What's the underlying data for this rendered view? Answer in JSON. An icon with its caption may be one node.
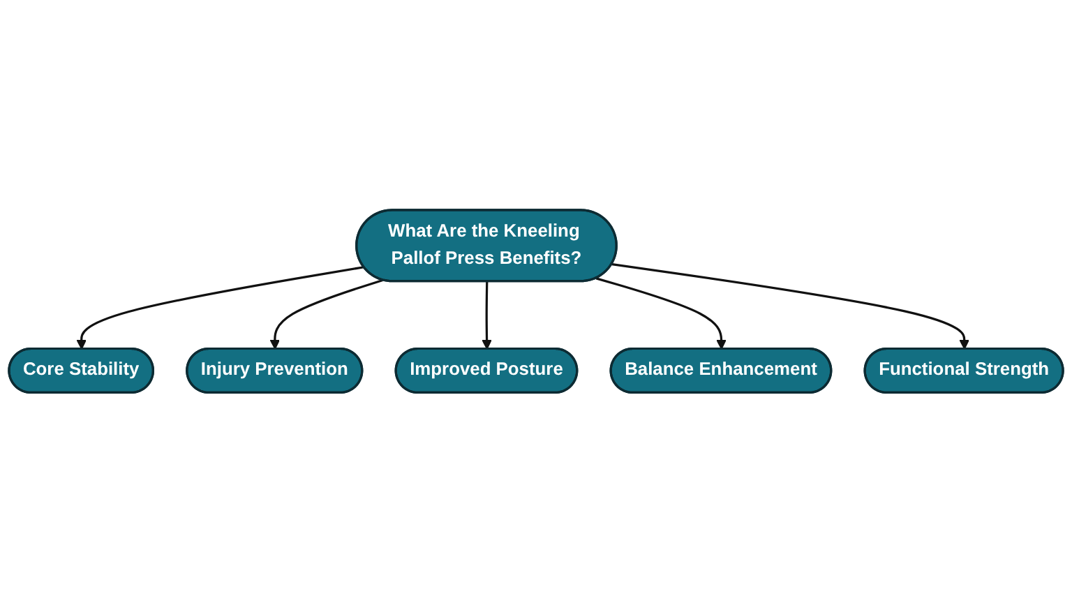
{
  "diagram": {
    "nodes": [
      {
        "text": [
          "What Are the Kneeling Pallof Press Benefits?"
        ]
      },
      {
        "text": [
          "Core Stability"
        ]
      },
      {
        "text": [
          "Injury Prevention"
        ]
      },
      {
        "text": [
          "Improved Posture"
        ]
      },
      {
        "text": [
          "Balance Enhancement"
        ]
      },
      {
        "text": [
          "Functional Strength"
        ]
      }
    ],
    "edges": [
      {
        "from": 0,
        "to": 1,
        "arrow": "to"
      },
      {
        "from": 0,
        "to": 2,
        "arrow": "to"
      },
      {
        "from": 0,
        "to": 3,
        "arrow": "to"
      },
      {
        "from": 0,
        "to": 4,
        "arrow": "to"
      },
      {
        "from": 0,
        "to": 5,
        "arrow": "to"
      }
    ]
  }
}
